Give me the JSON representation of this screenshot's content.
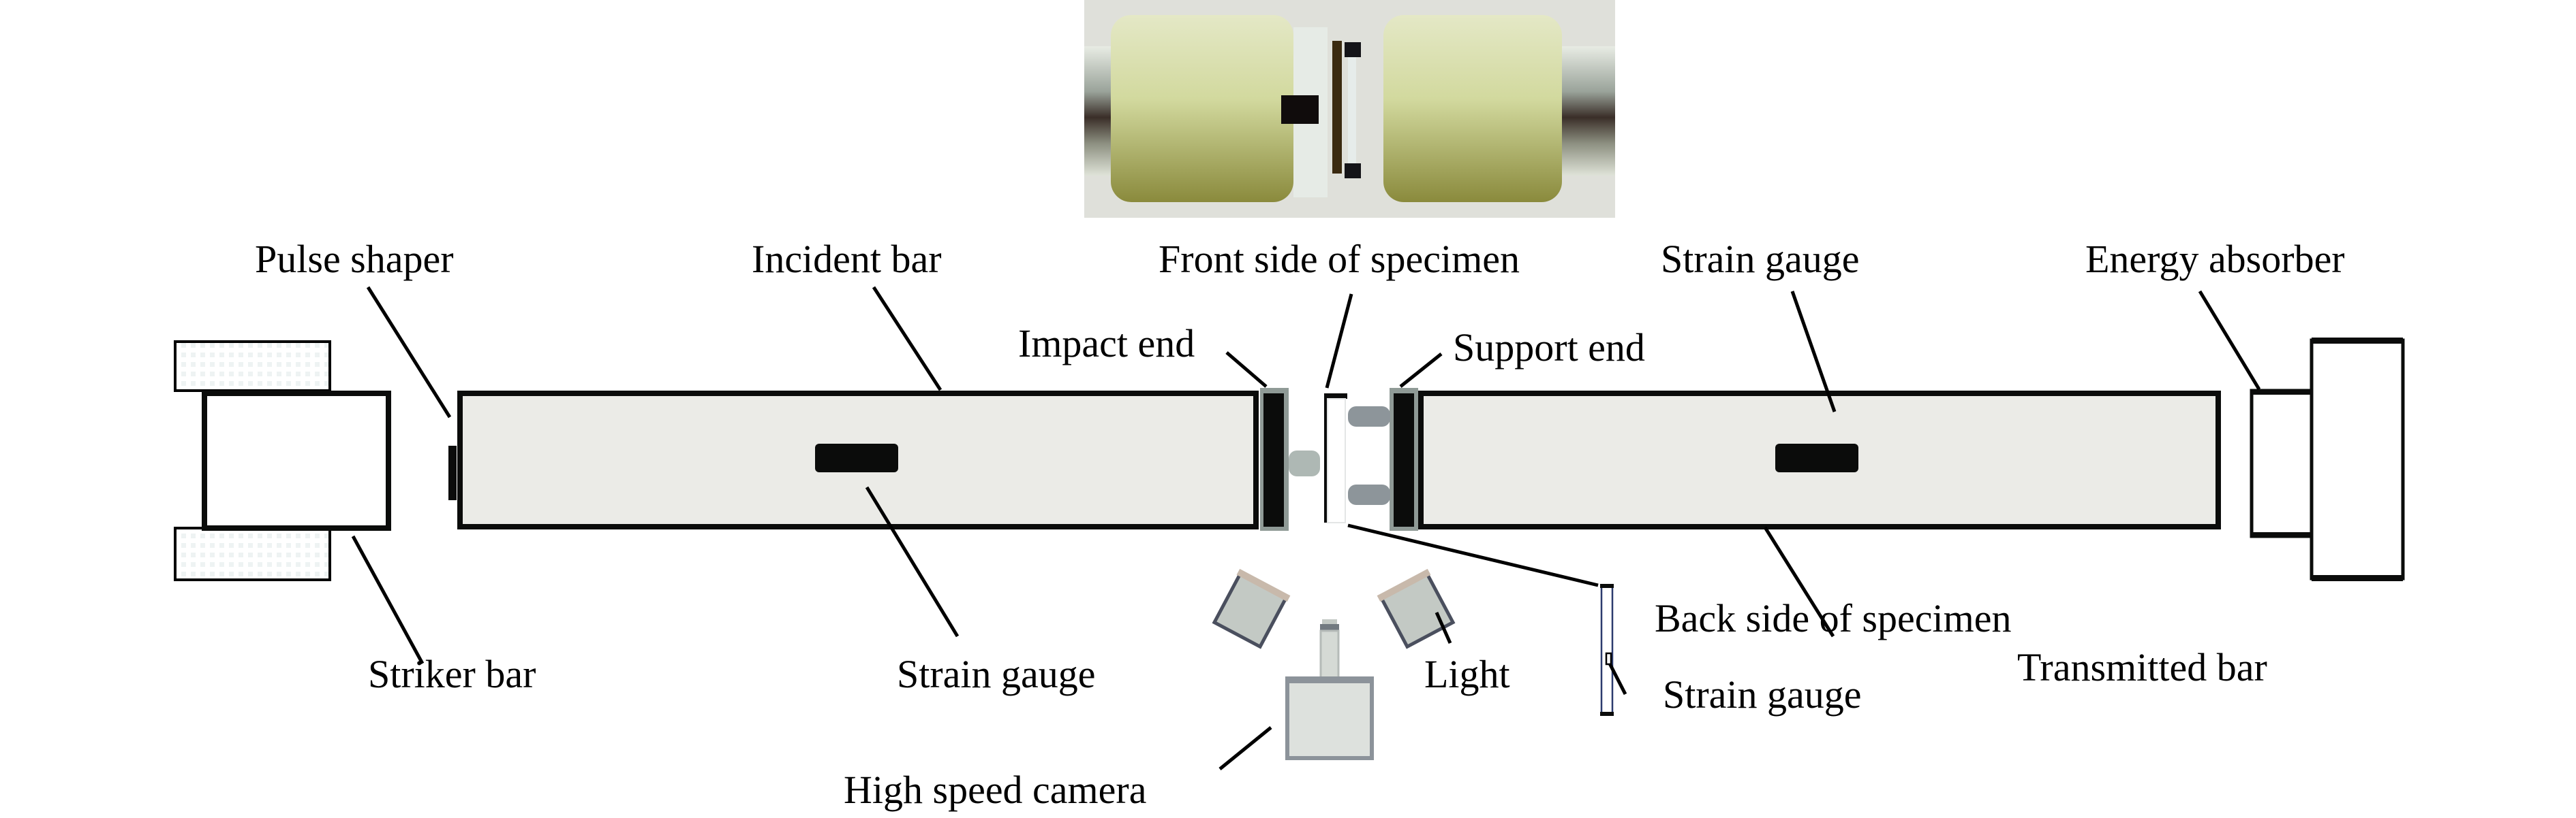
{
  "figure": {
    "photo": {
      "description": "Photograph of specimen mounted between two bar ends"
    },
    "labels": {
      "pulse_shaper": "Pulse shaper",
      "incident_bar": "Incident bar",
      "front_side": "Front side of specimen",
      "strain_gauge_transmitted": "Strain gauge",
      "energy_absorber": "Energy absorber",
      "impact_end": "Impact end",
      "support_end": "Support end",
      "striker_bar": "Striker bar",
      "strain_gauge_incident": "Strain gauge",
      "light": "Light",
      "back_side": "Back side of specimen",
      "transmitted_bar": "Transmitted bar",
      "strain_gauge_specimen": "Strain gauge",
      "high_speed_camera": "High speed camera"
    },
    "colors": {
      "bar_fill": "#ebebe7",
      "outline": "#0b0c0b",
      "pin_gray": "#8f969b",
      "light_fill": "#c3c9c4",
      "camera_fill": "#dde1dd",
      "photo_cream": "#d8dca8",
      "photo_bg": "#dfe0da"
    }
  }
}
